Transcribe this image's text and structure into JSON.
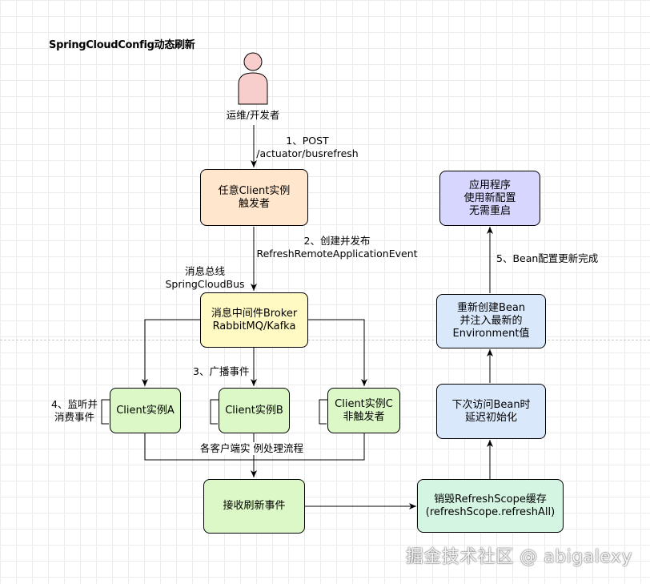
{
  "title": "SpringCloudConfig动态刷新",
  "actor": {
    "label": "运维/开发者"
  },
  "nodes": {
    "client_trigger": {
      "line1": "任意Client实例",
      "line2": "触发者"
    },
    "broker": {
      "line1": "消息中间件Broker",
      "line2": "RabbitMQ/Kafka"
    },
    "client_a": {
      "line1": "Client实例A"
    },
    "client_b": {
      "line1": "Client实例B"
    },
    "client_c": {
      "line1": "Client实例C",
      "line2": "非触发者"
    },
    "receive": {
      "line1": "接收刷新事件"
    },
    "destroy": {
      "line1": "销毁RefreshScope缓存",
      "line2": "(refreshScope.refreshAll)"
    },
    "lazy_init": {
      "line1": "下次访问Bean时",
      "line2": "延迟初始化"
    },
    "recreate": {
      "line1": "重新创建Bean",
      "line2": "并注入最新的",
      "line3": "Environment值"
    },
    "app": {
      "line1": "应用程序",
      "line2": "使用新配置",
      "line3": "无需重启"
    }
  },
  "labels": {
    "step1_a": "1、POST",
    "step1_b": "/actuator/busrefresh",
    "step2_a": "2、创建并发布",
    "step2_b": "RefreshRemoteApplicationEvent",
    "bus_a": "消息总线",
    "bus_b": "SpringCloudBus",
    "step3": "3、广播事件",
    "step4_a": "4、监听并",
    "step4_b": "消费事件",
    "flow": "各客户端实 例处理流程",
    "step5": "5、Bean配置更新完成"
  },
  "watermark": "掘金技术社区 @ abigalexy",
  "colors": {
    "orange": "#ffe6cc",
    "yellow": "#fff9c4",
    "green": "#dcf8c6",
    "mint": "#d5f5e3",
    "blue": "#dae8fc",
    "purple": "#d6d6ff",
    "actor": "#f8cecc"
  }
}
